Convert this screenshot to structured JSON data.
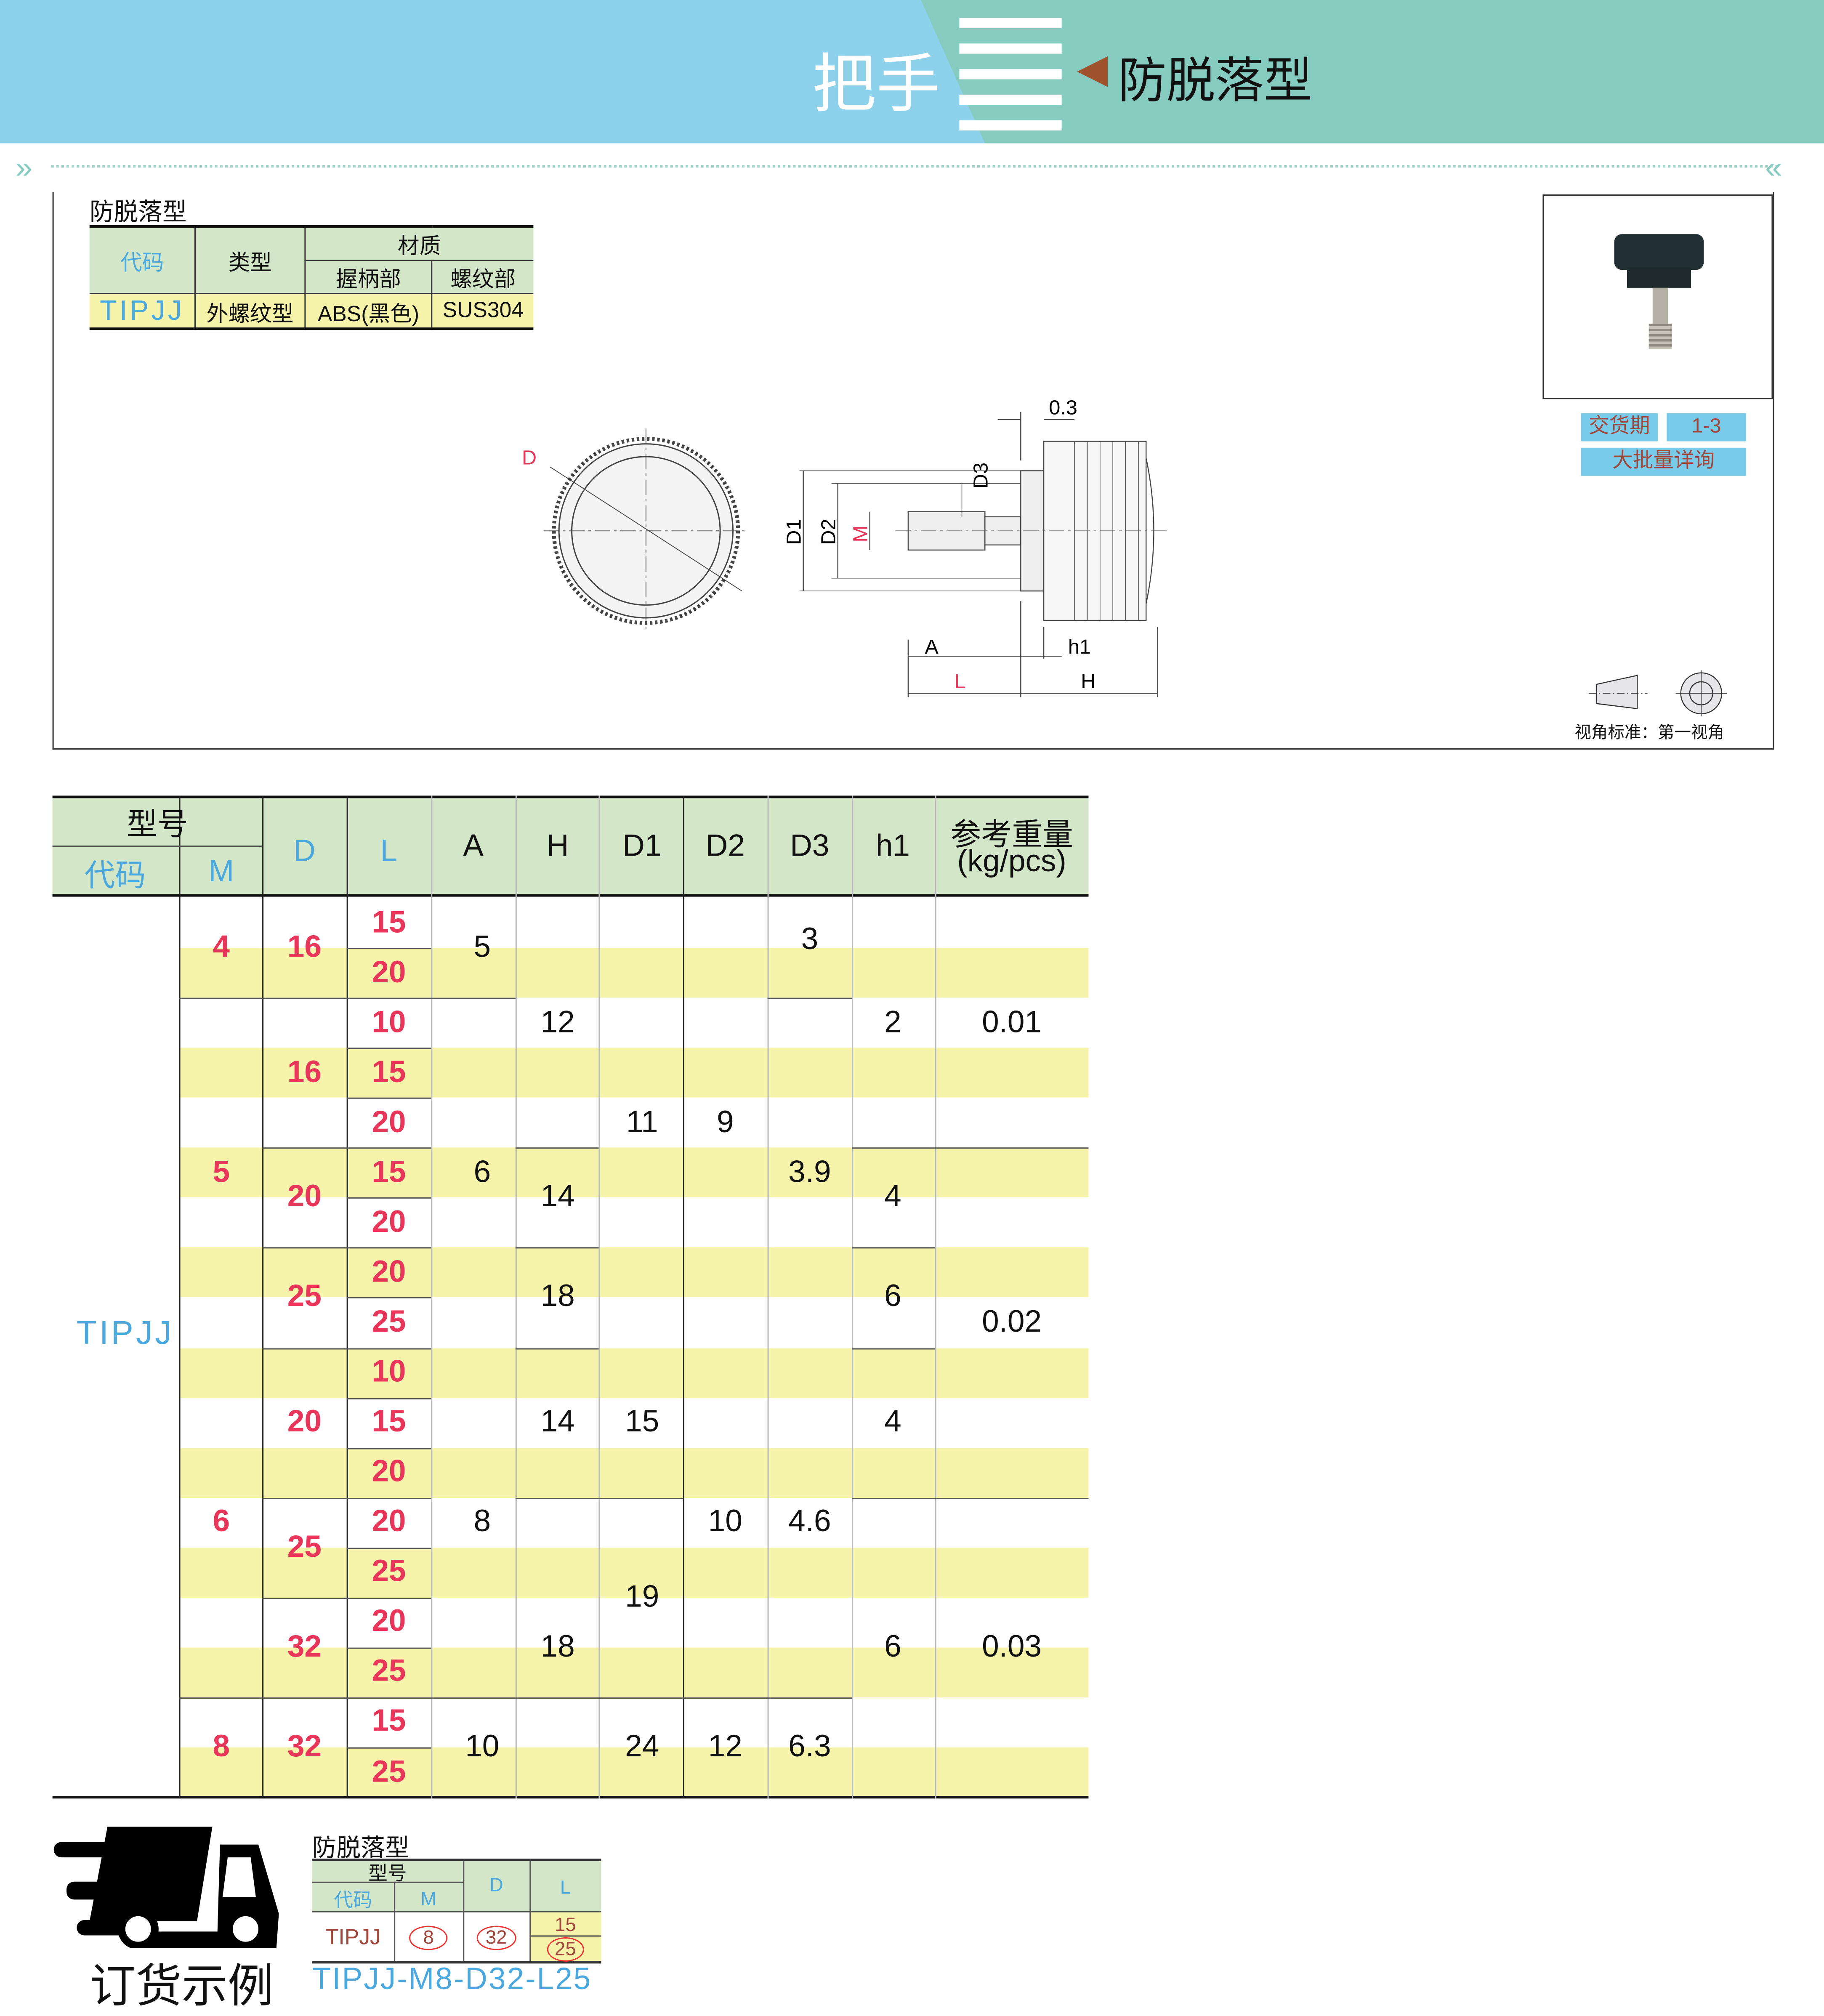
{
  "banner": {
    "category": "把手",
    "subtype": "防脱落型"
  },
  "spec": {
    "title": "防脱落型",
    "headers": {
      "code": "代码",
      "type": "类型",
      "material": "材质",
      "grip": "握柄部",
      "thread": "螺纹部"
    },
    "row": {
      "code": "TIPJJ",
      "type": "外螺纹型",
      "grip": "ABS(黑色)",
      "thread": "SUS304"
    }
  },
  "drawing": {
    "labels": {
      "D": "D",
      "D1": "D1",
      "D2": "D2",
      "D3": "D3",
      "M": "M",
      "A": "A",
      "L": "L",
      "H": "H",
      "h1": "h1",
      "gap": "0.3"
    }
  },
  "delivery": {
    "label": "交货期",
    "value": "1-3",
    "bulk": "大批量详询"
  },
  "view": {
    "label": "视角标准：",
    "value": "第一视角"
  },
  "table": {
    "headers": {
      "model": "型号",
      "code": "代码",
      "M": "M",
      "D": "D",
      "L": "L",
      "A": "A",
      "H": "H",
      "D1": "D1",
      "D2": "D2",
      "D3": "D3",
      "h1": "h1",
      "weight": "参考重量",
      "weight_unit": "(kg/pcs)"
    },
    "code": "TIPJJ",
    "M": [
      "4",
      "5",
      "6",
      "8"
    ],
    "D": [
      "16",
      "16",
      "20",
      "25",
      "20",
      "25",
      "32",
      "32"
    ],
    "L": [
      "15",
      "20",
      "10",
      "15",
      "20",
      "15",
      "20",
      "20",
      "25",
      "10",
      "15",
      "20",
      "20",
      "25",
      "20",
      "25",
      "15",
      "25"
    ],
    "A": [
      "5",
      "6",
      "8",
      "10"
    ],
    "H": [
      "12",
      "14",
      "18",
      "14",
      "18"
    ],
    "D1": [
      "11",
      "15",
      "19",
      "24"
    ],
    "D2": [
      "9",
      "10",
      "12"
    ],
    "D3": [
      "3",
      "3.9",
      "4.6",
      "6.3"
    ],
    "h1": [
      "2",
      "4",
      "6",
      "4",
      "6"
    ],
    "weight": [
      "0.01",
      "0.02",
      "0.03"
    ]
  },
  "order": {
    "title": "订货示例",
    "table_title": "防脱落型",
    "headers": {
      "model": "型号",
      "code": "代码",
      "M": "M",
      "D": "D",
      "L": "L"
    },
    "values": {
      "code": "TIPJJ",
      "M": "8",
      "D": "32",
      "L1": "15",
      "L2": "25"
    },
    "result": "TIPJJ-M8-D32-L25"
  },
  "colors": {
    "banner_left": "#8dd1ea",
    "banner_right": "#86cbc0",
    "header_green": "#d3e7c8",
    "stripe_yellow": "#f6f4ab",
    "red": "#e8365a",
    "blue": "#4aa8df"
  }
}
